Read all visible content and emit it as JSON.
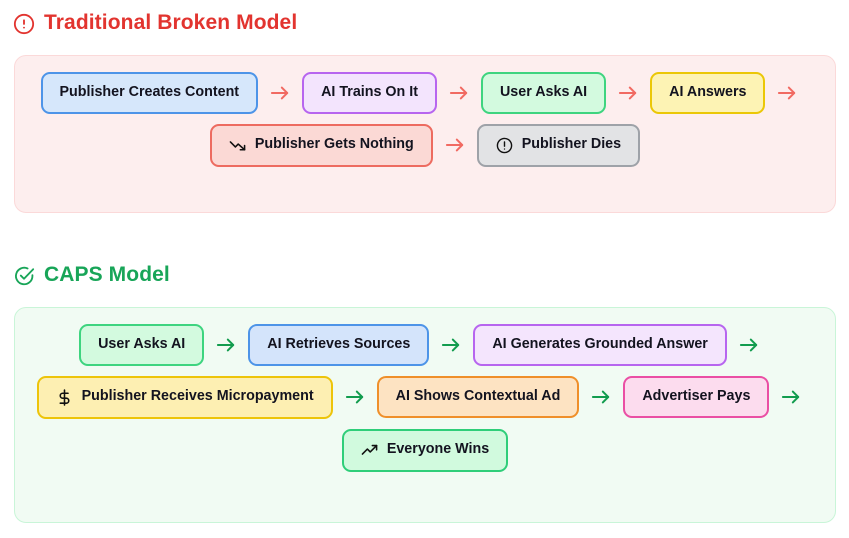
{
  "sections": [
    {
      "id": "traditional-broken-model",
      "title": "Traditional Broken Model",
      "title_icon": "alert-circle-icon",
      "title_color": "#e2342f",
      "panel_bg": "#fdeeee",
      "panel_border": "#fbd9d9",
      "arrow_color": "#f16a62",
      "arrow_glyph": "→",
      "nodes": [
        {
          "label": "Publisher Creates Content",
          "icon": null,
          "variant": "n-blue"
        },
        {
          "label": "AI Trains On It",
          "icon": null,
          "variant": "n-purple"
        },
        {
          "label": "User Asks AI",
          "icon": null,
          "variant": "n-green"
        },
        {
          "label": "AI Answers",
          "icon": null,
          "variant": "n-yellow"
        },
        {
          "label": "Publisher Gets Nothing",
          "icon": "trending-down-icon",
          "variant": "n-red"
        },
        {
          "label": "Publisher Dies",
          "icon": "alert-circle-icon",
          "variant": "n-gray"
        }
      ]
    },
    {
      "id": "caps-model",
      "title": "CAPS Model",
      "title_icon": "check-circle-icon",
      "title_color": "#18a558",
      "panel_bg": "#f1fbf3",
      "panel_border": "#c9f5d8",
      "arrow_color": "#129c4e",
      "arrow_glyph": "→",
      "nodes": [
        {
          "label": "User Asks AI",
          "icon": null,
          "variant": "n-green"
        },
        {
          "label": "AI Retrieves Sources",
          "icon": null,
          "variant": "n-blue2"
        },
        {
          "label": "AI Generates Grounded Answer",
          "icon": null,
          "variant": "n-purple2"
        },
        {
          "label": "Publisher Receives Micropayment",
          "icon": "dollar-sign-icon",
          "variant": "n-yellow2"
        },
        {
          "label": "AI Shows Contextual Ad",
          "icon": null,
          "variant": "n-orange"
        },
        {
          "label": "Advertiser Pays",
          "icon": null,
          "variant": "n-pink"
        },
        {
          "label": "Everyone Wins",
          "icon": "trending-up-icon",
          "variant": "n-mint"
        }
      ]
    }
  ]
}
